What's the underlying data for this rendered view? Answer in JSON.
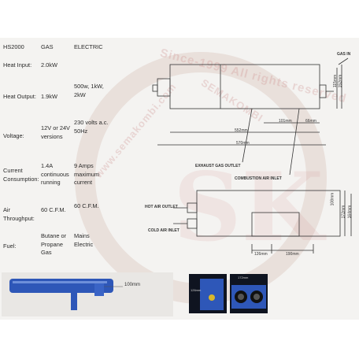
{
  "watermark": {
    "line1": "Since-1999 All rights reserved",
    "line2": "www.semakombi.com",
    "line3": "SEMAKOMBI"
  },
  "spec_table": {
    "headers": [
      "HS2000",
      "GAS",
      "ELECTRIC"
    ],
    "rows": [
      {
        "label": "Heat Input:",
        "gas": "2.0kW",
        "electric": ""
      },
      {
        "label": "Heat Output:",
        "gas": "1.9kW",
        "electric": "500w, 1kW, 2kW"
      },
      {
        "label": "Voltage:",
        "gas": "12V or 24V versions",
        "electric": "230 volts a.c. 50Hz"
      },
      {
        "label": "Current Consumption:",
        "gas": "1.4A continuous running",
        "electric": "9 Amps maximum current"
      },
      {
        "label": "Air Throughput:",
        "gas": "60 C.F.M.",
        "electric": "60 C.F.M."
      },
      {
        "label": "Fuel:",
        "gas": "Butane or Propane Gas",
        "electric": "Mains Electric"
      }
    ]
  },
  "drawing": {
    "gas_in": "GAS IN",
    "dim_552": "552mm",
    "dim_570": "570mm",
    "dim_101": "101mm",
    "dim_66": "66mm",
    "dim_115": "115mm",
    "dim_152": "152mm",
    "exhaust": "EXHAUST GAS OUTLET",
    "combustion": "COMBUSTION AIR INLET",
    "hot_air": "HOT AIR OUTLET",
    "cold_air": "COLD AIR INLET",
    "dim_126": "126mm",
    "dim_190": "190mm",
    "dim_172": "172mm",
    "dim_164": "164mm",
    "dim_108": "108mm"
  },
  "photos": {
    "tube_label": "100mm",
    "left_small_label": "126mm",
    "right_small_label": "172mm"
  }
}
